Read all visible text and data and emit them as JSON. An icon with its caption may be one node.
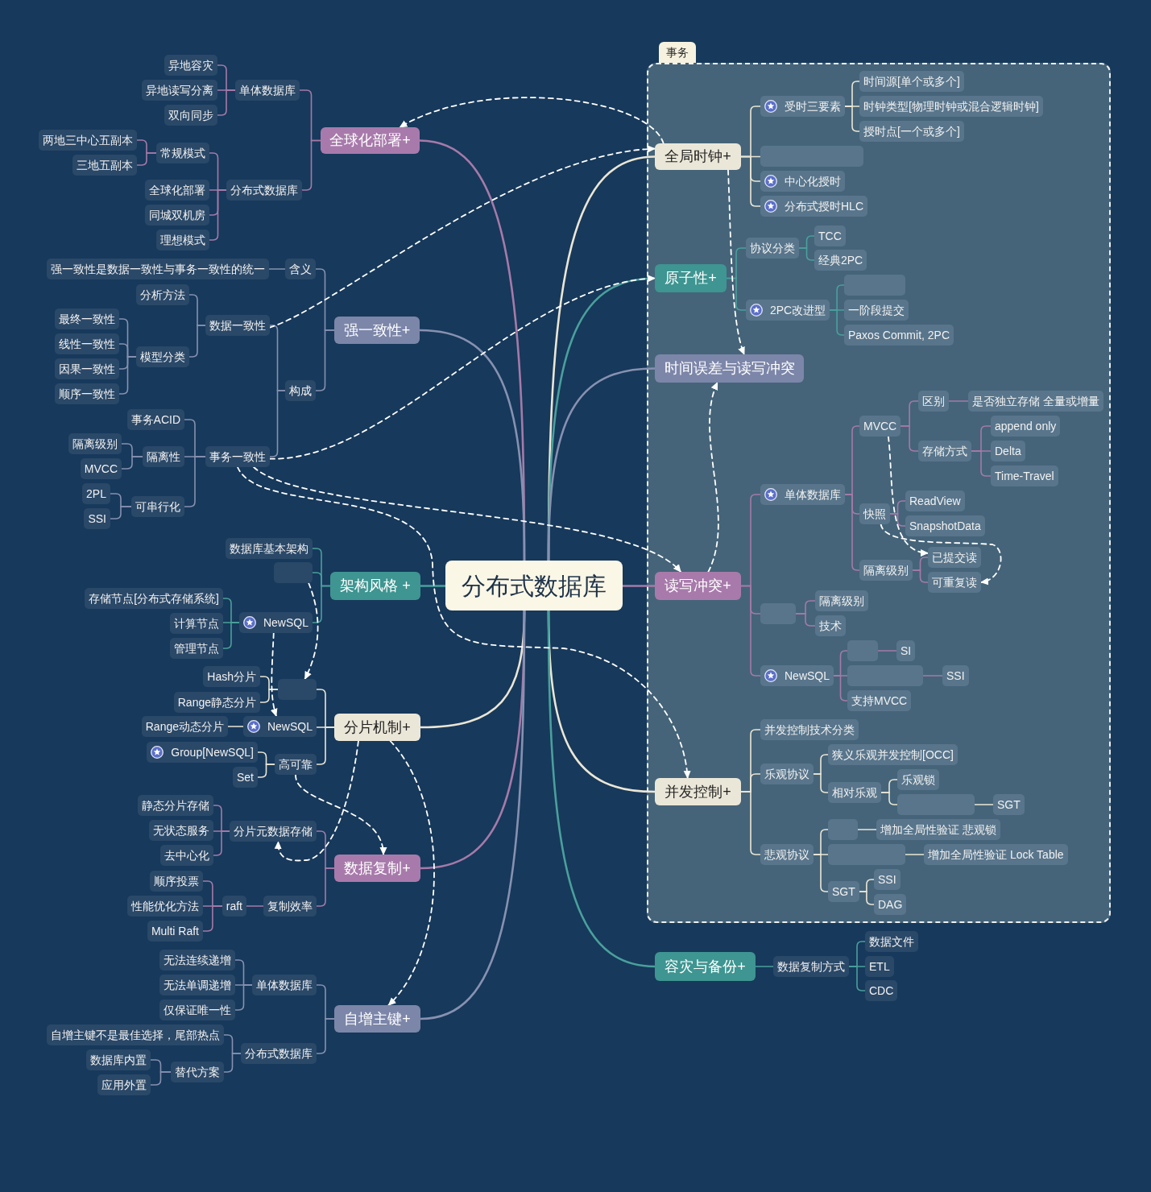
{
  "diagram": {
    "nodes": [
      {
        "text": [
          "分布式数据库"
        ]
      },
      {
        "text": [
          "全球化部署+"
        ]
      },
      {
        "text": [
          "单体数据库"
        ]
      },
      {
        "text": [
          "异地容灾"
        ]
      },
      {
        "text": [
          "异地读写分离"
        ]
      },
      {
        "text": [
          "双向同步"
        ]
      },
      {
        "text": [
          "分布式数据库"
        ]
      },
      {
        "text": [
          "常规模式"
        ]
      },
      {
        "text": [
          "两地三中心五副本"
        ]
      },
      {
        "text": [
          "三地五副本"
        ]
      },
      {
        "text": [
          "全球化部署"
        ]
      },
      {
        "text": [
          "同城双机房"
        ]
      },
      {
        "text": [
          "理想模式"
        ]
      },
      {
        "text": [
          "强一致性+"
        ]
      },
      {
        "text": [
          "含义"
        ]
      },
      {
        "text": [
          "强一致性是数据一致性与事务一致性的统一"
        ]
      },
      {
        "text": [
          "构成"
        ]
      },
      {
        "text": [
          "数据一致性"
        ]
      },
      {
        "text": [
          "分析方法"
        ]
      },
      {
        "text": [
          "模型分类"
        ]
      },
      {
        "text": [
          "最终一致性"
        ]
      },
      {
        "text": [
          "线性一致性"
        ]
      },
      {
        "text": [
          "因果一致性"
        ]
      },
      {
        "text": [
          "顺序一致性"
        ]
      },
      {
        "text": [
          "事务一致性"
        ]
      },
      {
        "text": [
          "事务ACID"
        ]
      },
      {
        "text": [
          "隔离性"
        ]
      },
      {
        "text": [
          "隔离级别"
        ]
      },
      {
        "text": [
          "MVCC"
        ]
      },
      {
        "text": [
          "可串行化"
        ]
      },
      {
        "text": [
          "2PL"
        ]
      },
      {
        "text": [
          "SSI"
        ]
      },
      {
        "text": [
          "架构风格 +"
        ]
      },
      {
        "text": [
          "数据库基本架构"
        ]
      },
      {
        "text": [],
        "shape": "box"
      },
      {
        "text": [
          "NewSQL"
        ]
      },
      {
        "text": [
          "存储节点[分布式存储系统]"
        ]
      },
      {
        "text": [
          "计算节点"
        ]
      },
      {
        "text": [
          "管理节点"
        ]
      },
      {
        "text": [
          "分片机制+"
        ]
      },
      {
        "text": [],
        "shape": "box"
      },
      {
        "text": [
          "Hash分片"
        ]
      },
      {
        "text": [
          "Range静态分片"
        ]
      },
      {
        "text": [
          "NewSQL"
        ]
      },
      {
        "text": [
          "Range动态分片"
        ]
      },
      {
        "text": [
          "高可靠"
        ]
      },
      {
        "text": [
          "Group[NewSQL]"
        ]
      },
      {
        "text": [
          "Set"
        ]
      },
      {
        "text": [
          "数据复制+"
        ]
      },
      {
        "text": [
          "分片元数据存储"
        ]
      },
      {
        "text": [
          "静态分片存储"
        ]
      },
      {
        "text": [
          "无状态服务"
        ]
      },
      {
        "text": [
          "去中心化"
        ]
      },
      {
        "text": [
          "复制效率"
        ]
      },
      {
        "text": [
          "raft"
        ]
      },
      {
        "text": [
          "顺序投票"
        ]
      },
      {
        "text": [
          "性能优化方法"
        ]
      },
      {
        "text": [
          "Multi Raft"
        ]
      },
      {
        "text": [
          "自增主键+"
        ]
      },
      {
        "text": [
          "单体数据库"
        ]
      },
      {
        "text": [
          "无法连续递增"
        ]
      },
      {
        "text": [
          "无法单调递增"
        ]
      },
      {
        "text": [
          "仅保证唯一性"
        ]
      },
      {
        "text": [
          "分布式数据库"
        ]
      },
      {
        "text": [
          "自增主键不是最佳选择，尾部热点"
        ]
      },
      {
        "text": [
          "替代方案"
        ]
      },
      {
        "text": [
          "数据库内置"
        ]
      },
      {
        "text": [
          "应用外置"
        ]
      },
      {
        "text": [
          "事务"
        ]
      },
      {
        "text": [
          "全局时钟+"
        ],
        "in": 68
      },
      {
        "text": [
          "受时三要素"
        ],
        "in": 68
      },
      {
        "text": [
          "时间源[单个或多个]"
        ],
        "in": 68
      },
      {
        "text": [
          "时钟类型[物理时钟或混合逻辑时钟]"
        ],
        "in": 68
      },
      {
        "text": [
          "授时点[一个或多个]"
        ],
        "in": 68
      },
      {
        "text": [],
        "shape": "box",
        "in": 68
      },
      {
        "text": [
          "中心化授时"
        ],
        "in": 68
      },
      {
        "text": [
          "分布式授时HLC"
        ],
        "in": 68
      },
      {
        "text": [
          "原子性+"
        ],
        "in": 68
      },
      {
        "text": [
          "协议分类"
        ],
        "in": 68
      },
      {
        "text": [
          "TCC"
        ],
        "in": 68
      },
      {
        "text": [
          "经典2PC"
        ],
        "in": 68
      },
      {
        "text": [
          "2PC改进型"
        ],
        "in": 68
      },
      {
        "text": [],
        "shape": "box",
        "in": 68
      },
      {
        "text": [
          "一阶段提交"
        ],
        "in": 68
      },
      {
        "text": [
          "Paxos Commit, 2PC"
        ],
        "in": 68
      },
      {
        "text": [
          "时间误差与读写冲突"
        ],
        "in": 68
      },
      {
        "text": [
          "读写冲突+"
        ],
        "in": 68
      },
      {
        "text": [
          "单体数据库"
        ],
        "in": 68
      },
      {
        "text": [
          "MVCC"
        ],
        "in": 68
      },
      {
        "text": [
          "区别"
        ],
        "in": 68
      },
      {
        "text": [
          "是否独立存储 全量或增量"
        ],
        "in": 68
      },
      {
        "text": [
          "存储方式"
        ],
        "in": 68
      },
      {
        "text": [
          "append only"
        ],
        "in": 68
      },
      {
        "text": [
          "Delta"
        ],
        "in": 68
      },
      {
        "text": [
          "Time-Travel"
        ],
        "in": 68
      },
      {
        "text": [
          "快照"
        ],
        "in": 68
      },
      {
        "text": [
          "ReadView"
        ],
        "in": 68
      },
      {
        "text": [
          "SnapshotData"
        ],
        "in": 68
      },
      {
        "text": [
          "隔离级别"
        ],
        "in": 68
      },
      {
        "text": [
          "已提交读"
        ],
        "in": 68
      },
      {
        "text": [
          "可重复读"
        ],
        "in": 68
      },
      {
        "text": [],
        "shape": "box",
        "in": 68
      },
      {
        "text": [
          "隔离级别"
        ],
        "in": 68
      },
      {
        "text": [
          "技术"
        ],
        "in": 68
      },
      {
        "text": [
          "NewSQL"
        ],
        "in": 68
      },
      {
        "text": [],
        "shape": "box",
        "in": 68
      },
      {
        "text": [
          "SI"
        ],
        "in": 68
      },
      {
        "text": [],
        "shape": "box",
        "in": 68
      },
      {
        "text": [
          "SSI"
        ],
        "in": 68
      },
      {
        "text": [
          "支持MVCC"
        ],
        "in": 68
      },
      {
        "text": [
          "并发控制+"
        ],
        "in": 68
      },
      {
        "text": [
          "并发控制技术分类"
        ],
        "in": 68
      },
      {
        "text": [
          "乐观协议"
        ],
        "in": 68
      },
      {
        "text": [
          "狭义乐观并发控制[OCC]"
        ],
        "in": 68
      },
      {
        "text": [
          "相对乐观"
        ],
        "in": 68
      },
      {
        "text": [
          "乐观锁"
        ],
        "in": 68
      },
      {
        "text": [],
        "shape": "box",
        "in": 68
      },
      {
        "text": [
          "SGT"
        ],
        "in": 68
      },
      {
        "text": [
          "悲观协议"
        ],
        "in": 68
      },
      {
        "text": [],
        "shape": "box",
        "in": 68
      },
      {
        "text": [
          "增加全局性验证 悲观锁"
        ],
        "in": 68
      },
      {
        "text": [],
        "shape": "box",
        "in": 68
      },
      {
        "text": [
          "增加全局性验证 Lock Table"
        ],
        "in": 68
      },
      {
        "text": [
          "SGT"
        ],
        "in": 68
      },
      {
        "text": [
          "SSI"
        ],
        "in": 68
      },
      {
        "text": [
          "DAG"
        ],
        "in": 68
      },
      {
        "text": [
          "容灾与备份+"
        ]
      },
      {
        "text": [
          "数据复制方式"
        ]
      },
      {
        "text": [
          "数据文件"
        ]
      },
      {
        "text": [
          "ETL"
        ]
      },
      {
        "text": [
          "CDC"
        ]
      }
    ],
    "edges": [
      {
        "from": 0,
        "to": 1,
        "arrow": "none"
      },
      {
        "from": 0,
        "to": 13,
        "arrow": "none",
        "color": "#8791b1"
      },
      {
        "from": 0,
        "to": 32,
        "arrow": "none",
        "color": "#4aa09c"
      },
      {
        "from": 0,
        "to": 39,
        "arrow": "none",
        "color": "#ebe6d5"
      },
      {
        "from": 0,
        "to": 48,
        "arrow": "none"
      },
      {
        "from": 0,
        "to": 58,
        "arrow": "none",
        "color": "#8791b1"
      },
      {
        "from": 0,
        "to": 69,
        "arrow": "none",
        "color": "#ebe6d5"
      },
      {
        "from": 0,
        "to": 77,
        "arrow": "none",
        "color": "#4aa09c"
      },
      {
        "from": 0,
        "to": 85,
        "arrow": "none",
        "color": "#8791b1"
      },
      {
        "from": 0,
        "to": 86,
        "arrow": "none"
      },
      {
        "from": 0,
        "to": 110,
        "arrow": "none",
        "color": "#ebe6d5"
      },
      {
        "from": 0,
        "to": 126,
        "arrow": "none",
        "color": "#4aa09c"
      },
      {
        "from": 1,
        "to": 2,
        "arrow": "none"
      },
      {
        "from": 2,
        "to": 3,
        "arrow": "none"
      },
      {
        "from": 2,
        "to": 4,
        "arrow": "none"
      },
      {
        "from": 2,
        "to": 5,
        "arrow": "none"
      },
      {
        "from": 1,
        "to": 6,
        "arrow": "none"
      },
      {
        "from": 6,
        "to": 7,
        "arrow": "none"
      },
      {
        "from": 7,
        "to": 8,
        "arrow": "none"
      },
      {
        "from": 7,
        "to": 9,
        "arrow": "none"
      },
      {
        "from": 6,
        "to": 10,
        "arrow": "none"
      },
      {
        "from": 6,
        "to": 11,
        "arrow": "none"
      },
      {
        "from": 6,
        "to": 12,
        "arrow": "none"
      },
      {
        "from": 13,
        "to": 14,
        "arrow": "none",
        "color": "#8791b1"
      },
      {
        "from": 14,
        "to": 15,
        "arrow": "none",
        "color": "#8791b1"
      },
      {
        "from": 13,
        "to": 16,
        "arrow": "none",
        "color": "#8791b1"
      },
      {
        "from": 16,
        "to": 17,
        "arrow": "none",
        "color": "#8791b1"
      },
      {
        "from": 17,
        "to": 18,
        "arrow": "none",
        "color": "#8791b1"
      },
      {
        "from": 17,
        "to": 19,
        "arrow": "none",
        "color": "#8791b1"
      },
      {
        "from": 19,
        "to": 20,
        "arrow": "none",
        "color": "#8791b1"
      },
      {
        "from": 19,
        "to": 21,
        "arrow": "none",
        "color": "#8791b1"
      },
      {
        "from": 19,
        "to": 22,
        "arrow": "none",
        "color": "#8791b1"
      },
      {
        "from": 19,
        "to": 23,
        "arrow": "none",
        "color": "#8791b1"
      },
      {
        "from": 16,
        "to": 24,
        "arrow": "none",
        "color": "#8791b1"
      },
      {
        "from": 24,
        "to": 25,
        "arrow": "none",
        "color": "#8791b1"
      },
      {
        "from": 24,
        "to": 26,
        "arrow": "none",
        "color": "#8791b1"
      },
      {
        "from": 26,
        "to": 27,
        "arrow": "none",
        "color": "#8791b1"
      },
      {
        "from": 26,
        "to": 28,
        "arrow": "none",
        "color": "#8791b1"
      },
      {
        "from": 24,
        "to": 29,
        "arrow": "none",
        "color": "#8791b1"
      },
      {
        "from": 29,
        "to": 30,
        "arrow": "none",
        "color": "#8791b1"
      },
      {
        "from": 29,
        "to": 31,
        "arrow": "none",
        "color": "#8791b1"
      },
      {
        "from": 32,
        "to": 33,
        "arrow": "none",
        "color": "#4aa09c"
      },
      {
        "from": 32,
        "to": 34,
        "arrow": "none",
        "color": "#4aa09c"
      },
      {
        "from": 32,
        "to": 35,
        "arrow": "none",
        "color": "#4aa09c"
      },
      {
        "from": 35,
        "to": 36,
        "arrow": "none",
        "color": "#4aa09c"
      },
      {
        "from": 35,
        "to": 37,
        "arrow": "none",
        "color": "#4aa09c"
      },
      {
        "from": 35,
        "to": 38,
        "arrow": "none",
        "color": "#4aa09c"
      },
      {
        "from": 39,
        "to": 40,
        "arrow": "none",
        "color": "#ebe6d5"
      },
      {
        "from": 40,
        "to": 41,
        "arrow": "none",
        "color": "#ebe6d5"
      },
      {
        "from": 40,
        "to": 42,
        "arrow": "none",
        "color": "#ebe6d5"
      },
      {
        "from": 39,
        "to": 43,
        "arrow": "none",
        "color": "#ebe6d5"
      },
      {
        "from": 43,
        "to": 44,
        "arrow": "none",
        "color": "#ebe6d5"
      },
      {
        "from": 39,
        "to": 45,
        "arrow": "none",
        "color": "#ebe6d5"
      },
      {
        "from": 45,
        "to": 46,
        "arrow": "none",
        "color": "#ebe6d5"
      },
      {
        "from": 45,
        "to": 47,
        "arrow": "none",
        "color": "#ebe6d5"
      },
      {
        "from": 48,
        "to": 49,
        "arrow": "none"
      },
      {
        "from": 49,
        "to": 50,
        "arrow": "none"
      },
      {
        "from": 49,
        "to": 51,
        "arrow": "none"
      },
      {
        "from": 49,
        "to": 52,
        "arrow": "none"
      },
      {
        "from": 48,
        "to": 53,
        "arrow": "none"
      },
      {
        "from": 53,
        "to": 54,
        "arrow": "none"
      },
      {
        "from": 54,
        "to": 55,
        "arrow": "none"
      },
      {
        "from": 54,
        "to": 56,
        "arrow": "none"
      },
      {
        "from": 54,
        "to": 57,
        "arrow": "none"
      },
      {
        "from": 58,
        "to": 59,
        "arrow": "none",
        "color": "#8791b1"
      },
      {
        "from": 59,
        "to": 60,
        "arrow": "none",
        "color": "#8791b1"
      },
      {
        "from": 59,
        "to": 61,
        "arrow": "none",
        "color": "#8791b1"
      },
      {
        "from": 59,
        "to": 62,
        "arrow": "none",
        "color": "#8791b1"
      },
      {
        "from": 58,
        "to": 63,
        "arrow": "none",
        "color": "#8791b1"
      },
      {
        "from": 63,
        "to": 64,
        "arrow": "none",
        "color": "#8791b1"
      },
      {
        "from": 63,
        "to": 65,
        "arrow": "none",
        "color": "#8791b1"
      },
      {
        "from": 65,
        "to": 66,
        "arrow": "none",
        "color": "#8791b1"
      },
      {
        "from": 65,
        "to": 67,
        "arrow": "none",
        "color": "#8791b1"
      },
      {
        "from": 69,
        "to": 70,
        "arrow": "none",
        "color": "#ebe6d5"
      },
      {
        "from": 70,
        "to": 71,
        "arrow": "none",
        "color": "#ebe6d5"
      },
      {
        "from": 70,
        "to": 72,
        "arrow": "none",
        "color": "#ebe6d5"
      },
      {
        "from": 70,
        "to": 73,
        "arrow": "none",
        "color": "#ebe6d5"
      },
      {
        "from": 69,
        "to": 74,
        "arrow": "none",
        "color": "#ebe6d5"
      },
      {
        "from": 69,
        "to": 75,
        "arrow": "none",
        "color": "#ebe6d5"
      },
      {
        "from": 69,
        "to": 76,
        "arrow": "none",
        "color": "#ebe6d5"
      },
      {
        "from": 77,
        "to": 78,
        "arrow": "none",
        "color": "#4aa09c"
      },
      {
        "from": 78,
        "to": 79,
        "arrow": "none",
        "color": "#4aa09c"
      },
      {
        "from": 78,
        "to": 80,
        "arrow": "none",
        "color": "#4aa09c"
      },
      {
        "from": 77,
        "to": 81,
        "arrow": "none",
        "color": "#4aa09c"
      },
      {
        "from": 81,
        "to": 82,
        "arrow": "none",
        "color": "#4aa09c"
      },
      {
        "from": 81,
        "to": 83,
        "arrow": "none",
        "color": "#4aa09c"
      },
      {
        "from": 81,
        "to": 84,
        "arrow": "none",
        "color": "#4aa09c"
      },
      {
        "from": 86,
        "to": 87,
        "arrow": "none"
      },
      {
        "from": 87,
        "to": 88,
        "arrow": "none"
      },
      {
        "from": 88,
        "to": 89,
        "arrow": "none"
      },
      {
        "from": 89,
        "to": 90,
        "arrow": "none"
      },
      {
        "from": 88,
        "to": 91,
        "arrow": "none"
      },
      {
        "from": 91,
        "to": 92,
        "arrow": "none"
      },
      {
        "from": 91,
        "to": 93,
        "arrow": "none"
      },
      {
        "from": 91,
        "to": 94,
        "arrow": "none"
      },
      {
        "from": 87,
        "to": 95,
        "arrow": "none"
      },
      {
        "from": 95,
        "to": 96,
        "arrow": "none"
      },
      {
        "from": 95,
        "to": 97,
        "arrow": "none"
      },
      {
        "from": 87,
        "to": 98,
        "arrow": "none"
      },
      {
        "from": 98,
        "to": 99,
        "arrow": "none"
      },
      {
        "from": 98,
        "to": 100,
        "arrow": "none"
      },
      {
        "from": 86,
        "to": 101,
        "arrow": "none"
      },
      {
        "from": 101,
        "to": 102,
        "arrow": "none"
      },
      {
        "from": 101,
        "to": 103,
        "arrow": "none"
      },
      {
        "from": 86,
        "to": 104,
        "arrow": "none"
      },
      {
        "from": 104,
        "to": 105,
        "arrow": "none"
      },
      {
        "from": 105,
        "to": 106,
        "arrow": "none"
      },
      {
        "from": 104,
        "to": 107,
        "arrow": "none"
      },
      {
        "from": 107,
        "to": 108,
        "arrow": "none"
      },
      {
        "from": 104,
        "to": 109,
        "arrow": "none"
      },
      {
        "from": 110,
        "to": 111,
        "arrow": "none",
        "color": "#ebe6d5"
      },
      {
        "from": 110,
        "to": 112,
        "arrow": "none",
        "color": "#ebe6d5"
      },
      {
        "from": 112,
        "to": 113,
        "arrow": "none",
        "color": "#ebe6d5"
      },
      {
        "from": 112,
        "to": 114,
        "arrow": "none",
        "color": "#ebe6d5"
      },
      {
        "from": 114,
        "to": 115,
        "arrow": "none",
        "color": "#ebe6d5"
      },
      {
        "from": 114,
        "to": 116,
        "arrow": "none",
        "color": "#ebe6d5"
      },
      {
        "from": 116,
        "to": 117,
        "arrow": "none",
        "color": "#ebe6d5"
      },
      {
        "from": 110,
        "to": 118,
        "arrow": "none",
        "color": "#ebe6d5"
      },
      {
        "from": 118,
        "to": 119,
        "arrow": "none",
        "color": "#ebe6d5"
      },
      {
        "from": 119,
        "to": 120,
        "arrow": "none",
        "color": "#ebe6d5"
      },
      {
        "from": 118,
        "to": 121,
        "arrow": "none",
        "color": "#ebe6d5"
      },
      {
        "from": 121,
        "to": 122,
        "arrow": "none",
        "color": "#ebe6d5"
      },
      {
        "from": 118,
        "to": 123,
        "arrow": "none",
        "color": "#ebe6d5"
      },
      {
        "from": 123,
        "to": 124,
        "arrow": "none",
        "color": "#ebe6d5"
      },
      {
        "from": 123,
        "to": 125,
        "arrow": "none",
        "color": "#ebe6d5"
      },
      {
        "from": 126,
        "to": 127,
        "arrow": "none",
        "color": "#4aa09c"
      },
      {
        "from": 127,
        "to": 128,
        "arrow": "none",
        "color": "#4aa09c"
      },
      {
        "from": 127,
        "to": 129,
        "arrow": "none",
        "color": "#4aa09c"
      },
      {
        "from": 127,
        "to": 130,
        "arrow": "none",
        "color": "#4aa09c"
      },
      {
        "from": 69,
        "to": 1,
        "arrow": "to",
        "style": "dashed",
        "color": "#ffffff"
      },
      {
        "from": 17,
        "to": 69,
        "arrow": "to",
        "style": "dashed",
        "color": "#ffffff"
      },
      {
        "from": 24,
        "to": 77,
        "arrow": "to",
        "style": "dashed",
        "color": "#ffffff"
      },
      {
        "from": 69,
        "to": 85,
        "arrow": "to",
        "style": "dashed",
        "color": "#ffffff"
      },
      {
        "from": 86,
        "to": 85,
        "arrow": "to",
        "style": "dashed",
        "color": "#ffffff"
      },
      {
        "from": 24,
        "to": 86,
        "arrow": "to",
        "style": "dashed",
        "color": "#ffffff"
      },
      {
        "from": 24,
        "to": 110,
        "arrow": "to",
        "style": "dashed",
        "color": "#ffffff"
      },
      {
        "from": 34,
        "to": 40,
        "arrow": "to",
        "style": "dashed",
        "color": "#ffffff"
      },
      {
        "from": 35,
        "to": 43,
        "arrow": "to",
        "style": "dashed",
        "color": "#ffffff"
      },
      {
        "from": 45,
        "to": 48,
        "arrow": "to",
        "style": "dashed",
        "color": "#ffffff"
      },
      {
        "from": 39,
        "to": 49,
        "arrow": "to",
        "style": "dashed",
        "color": "#ffffff"
      },
      {
        "from": 39,
        "to": 58,
        "arrow": "to",
        "style": "dashed",
        "color": "#ffffff"
      },
      {
        "from": 88,
        "to": 99,
        "arrow": "to",
        "style": "dashed",
        "color": "#ffffff"
      },
      {
        "from": 95,
        "to": 100,
        "arrow": "to",
        "style": "dashed",
        "color": "#ffffff"
      }
    ]
  }
}
